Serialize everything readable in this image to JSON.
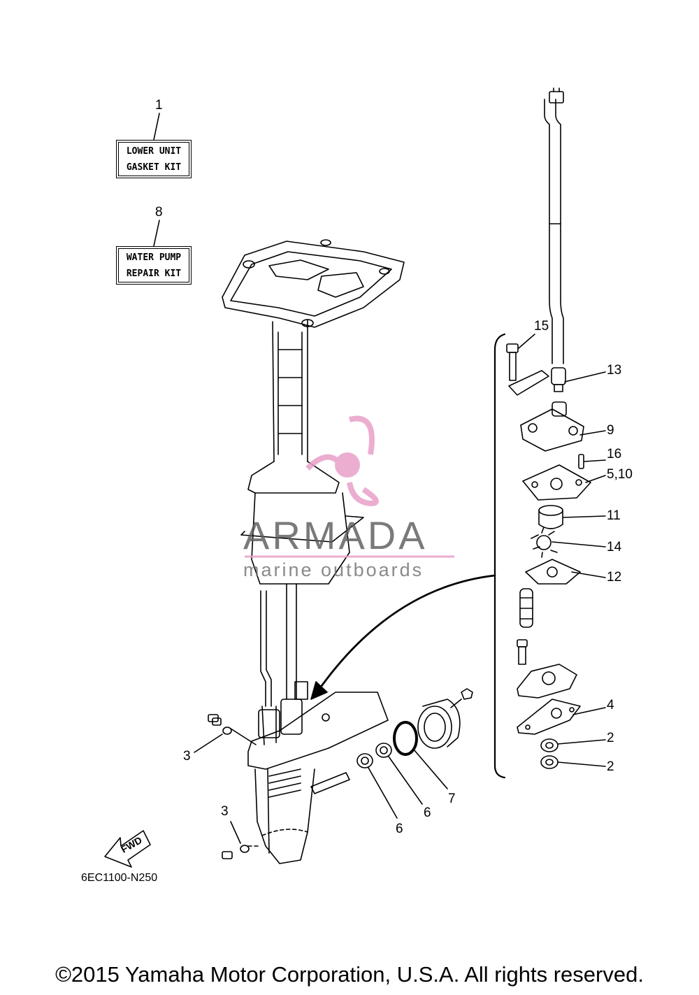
{
  "kits": [
    {
      "number": "1",
      "line1": "LOWER UNIT",
      "line2": "GASKET KIT"
    },
    {
      "number": "8",
      "line1": "WATER PUMP",
      "line2": "REPAIR KIT"
    }
  ],
  "callouts": {
    "c15": "15",
    "c13": "13",
    "c9": "9",
    "c16": "16",
    "c5_10": "5,10",
    "c11": "11",
    "c14": "14",
    "c12": "12",
    "c4": "4",
    "c2a": "2",
    "c2b": "2",
    "c3a": "3",
    "c3b": "3",
    "c6a": "6",
    "c6b": "6",
    "c7": "7"
  },
  "fwd_label": "FWD",
  "diagram_code": "6EC1100-N250",
  "watermark": {
    "title": "ARMADA",
    "subtitle": "marine outboards",
    "color": "#e8a0c8"
  },
  "copyright": "©2015 Yamaha Motor Corporation, U.S.A. All rights reserved."
}
